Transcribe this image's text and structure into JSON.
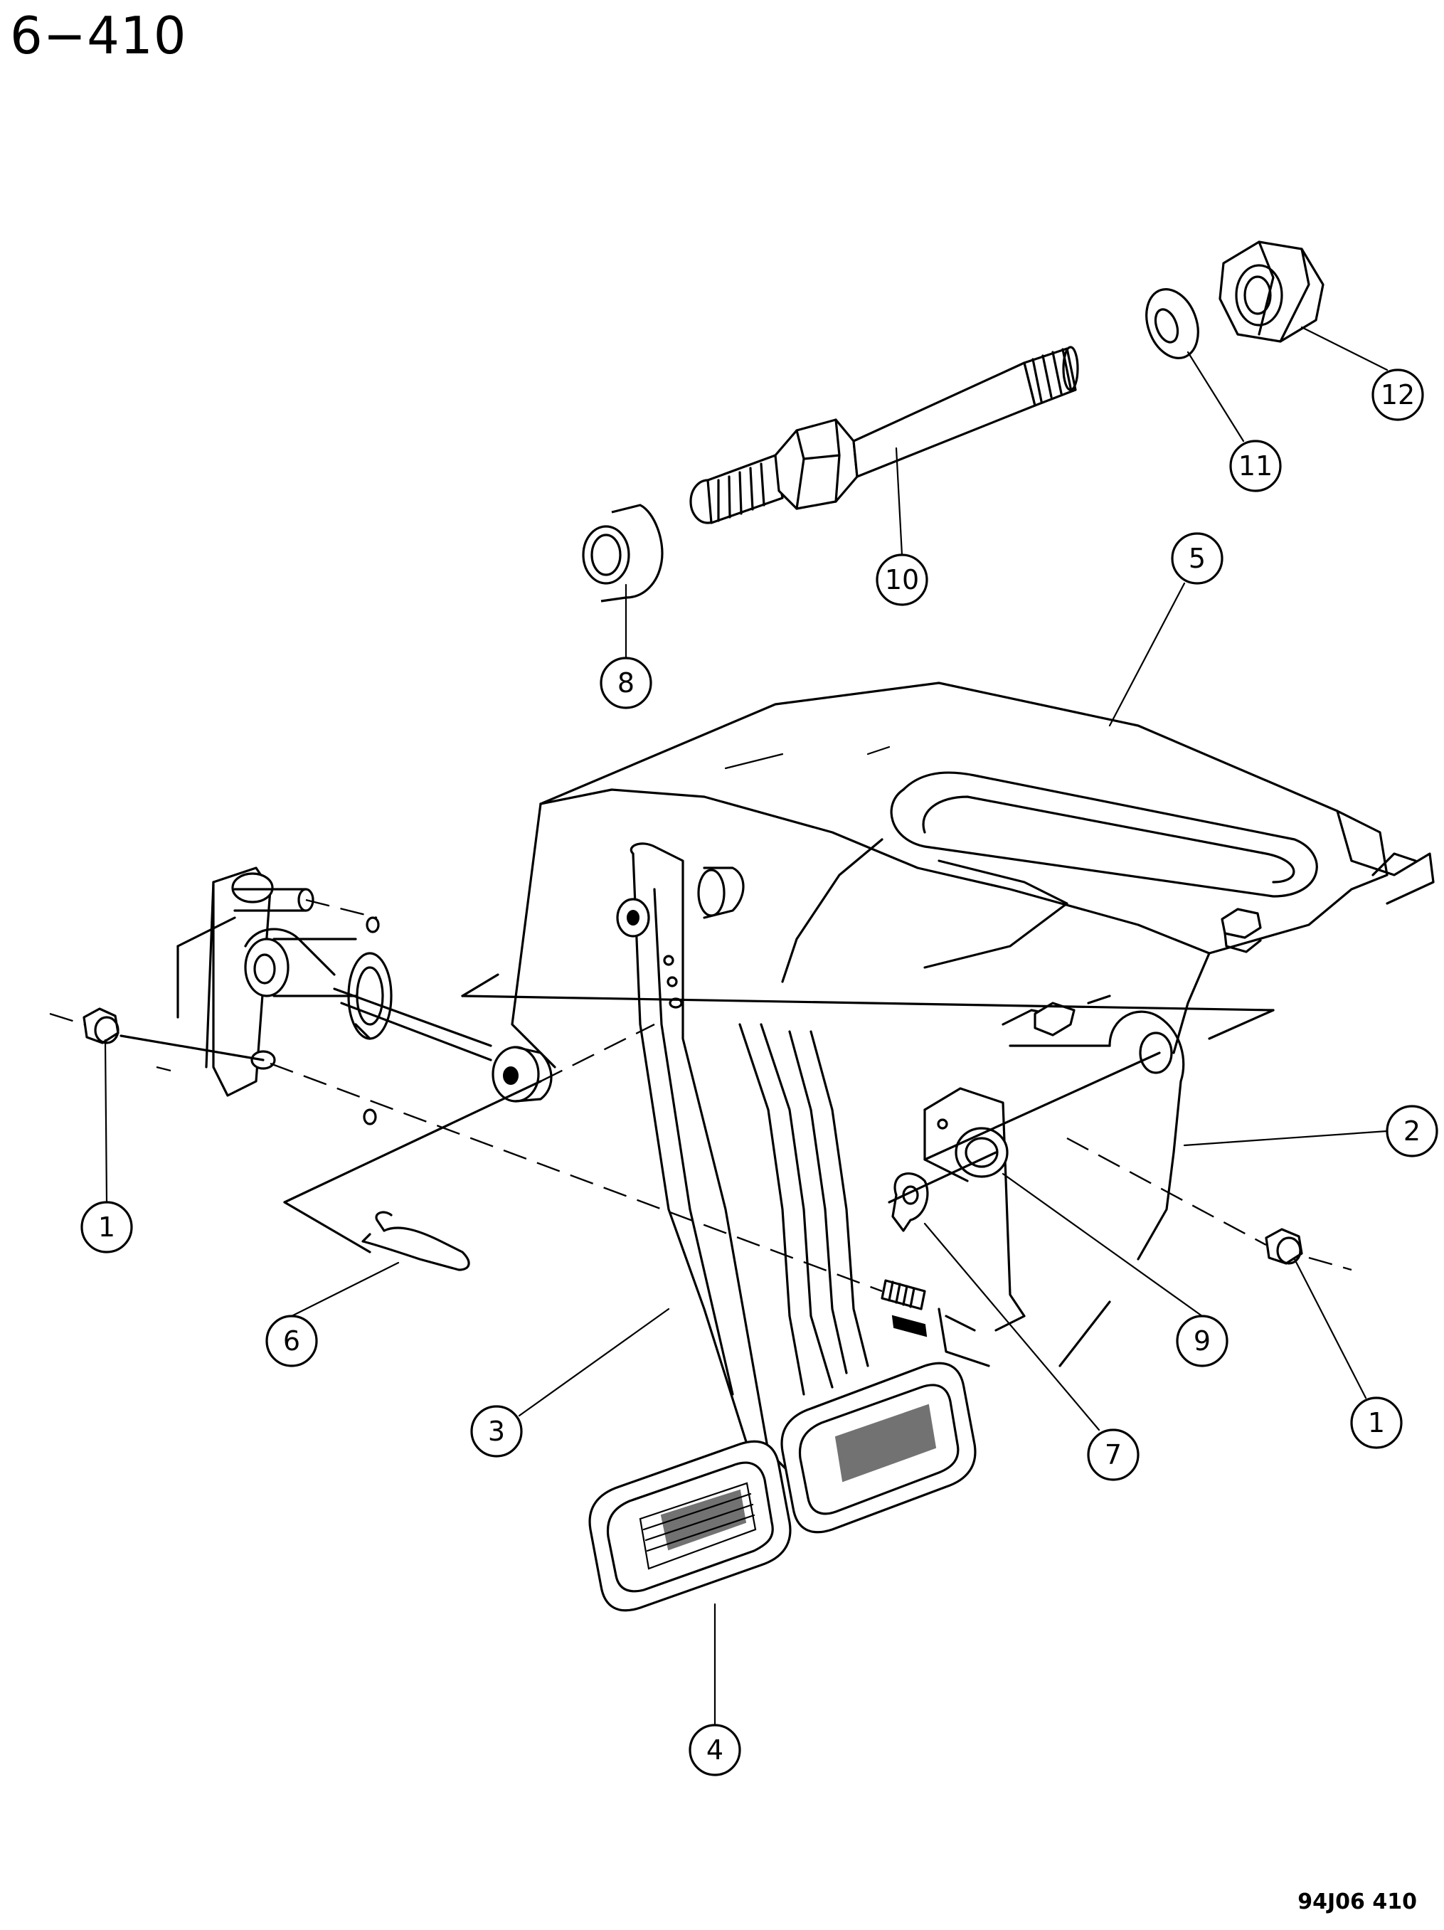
{
  "page": {
    "title": "6−410",
    "figure_code": "94J06  410"
  },
  "callouts": [
    {
      "id": "1a",
      "label": "1"
    },
    {
      "id": "1b",
      "label": "1"
    },
    {
      "id": "2",
      "label": "2"
    },
    {
      "id": "3",
      "label": "3"
    },
    {
      "id": "4",
      "label": "4"
    },
    {
      "id": "5",
      "label": "5"
    },
    {
      "id": "6",
      "label": "6"
    },
    {
      "id": "7",
      "label": "7"
    },
    {
      "id": "8",
      "label": "8"
    },
    {
      "id": "9",
      "label": "9"
    },
    {
      "id": "10",
      "label": "10"
    },
    {
      "id": "11",
      "label": "11"
    },
    {
      "id": "12",
      "label": "12"
    }
  ]
}
